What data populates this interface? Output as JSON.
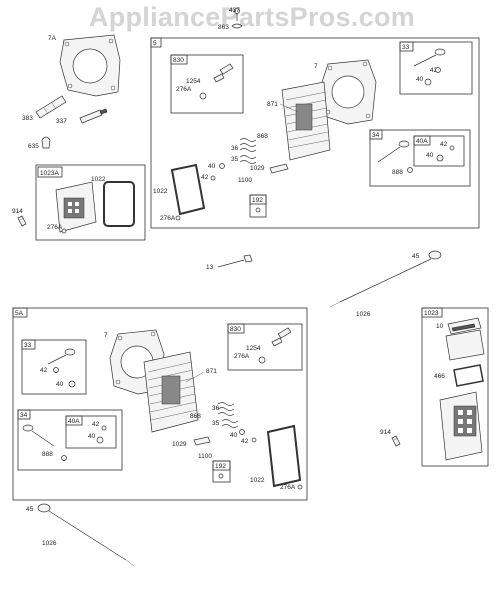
{
  "watermark": "AppliancePartsPros.com",
  "labels": {
    "p437": "437",
    "p863": "863",
    "p7A": "7A",
    "p5": "5",
    "p830": "830",
    "p1254": "1254",
    "p276A_a": "276A",
    "p7_a": "7",
    "p871": "871",
    "p33": "33",
    "p42_a": "42",
    "p40_a": "40",
    "p383": "383",
    "p337": "337",
    "p635": "635",
    "p868_a": "868",
    "p36_a": "36",
    "p35_a": "35",
    "p40_b": "40",
    "p42_b": "42",
    "p1029_a": "1029",
    "p1100_a": "1100",
    "p34": "34",
    "p40A": "40A",
    "p42_c": "42",
    "p40_c": "40",
    "p888_a": "888",
    "p1023A": "1023A",
    "p1022_a": "1022",
    "p914_a": "914",
    "p276A_b": "276A",
    "p1022_b": "1022",
    "p276A_c": "276A",
    "p192_a": "192",
    "p13": "13",
    "p45_a": "45",
    "p1026_a": "1026",
    "p5A": "5A",
    "p7_b": "7",
    "p830_b": "830",
    "p1254_b": "1254",
    "p276A_d": "276A",
    "p1023": "1023",
    "p10": "10",
    "p33_b": "33",
    "p42_d": "42",
    "p40_d": "40",
    "p871_b": "871",
    "p466": "466",
    "p868_b": "868",
    "p36_b": "36",
    "p35_b": "35",
    "p40_e": "40",
    "p42_e": "42",
    "p34_b": "34",
    "p40A_b": "40A",
    "p42_f": "42",
    "p40_f": "40",
    "p888_b": "888",
    "p1029_b": "1029",
    "p1100_b": "1100",
    "p914_b": "914",
    "p192_b": "192",
    "p1022_c": "1022",
    "p276A_e": "276A",
    "p45_b": "45",
    "p1026_b": "1026"
  }
}
